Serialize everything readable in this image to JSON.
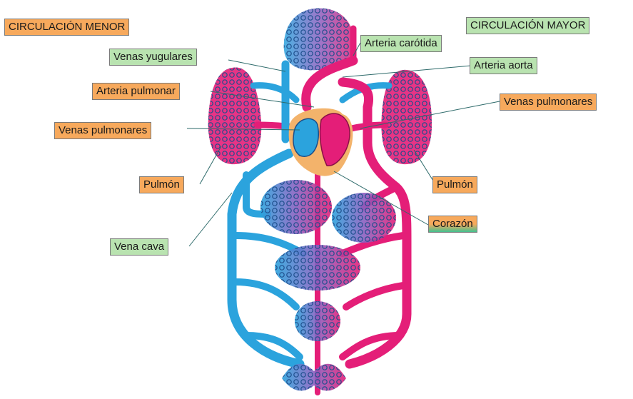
{
  "labels": {
    "circulacion_menor": "CIRCULACIÓN MENOR",
    "circulacion_mayor": "CIRCULACIÓN MAYOR",
    "venas_yugulares": "Venas yugulares",
    "arteria_carotida": "Arteria carótida",
    "arteria_aorta": "Arteria aorta",
    "arteria_pulmonar": "Arteria pulmonar",
    "venas_pulmonares_left": "Venas pulmonares",
    "venas_pulmonares_right": "Venas pulmonares",
    "pulmon_left": "Pulmón",
    "pulmon_right": "Pulmón",
    "corazon": "Corazón",
    "vena_cava": "Vena cava"
  },
  "colors": {
    "vein_blue": "#2ba3dd",
    "artery_pink": "#e41e78",
    "heart_orange": "#f3b36b",
    "label_orange": "#f7a95c",
    "label_green": "#b9e3b0",
    "leader_line": "#2d6a6a"
  }
}
